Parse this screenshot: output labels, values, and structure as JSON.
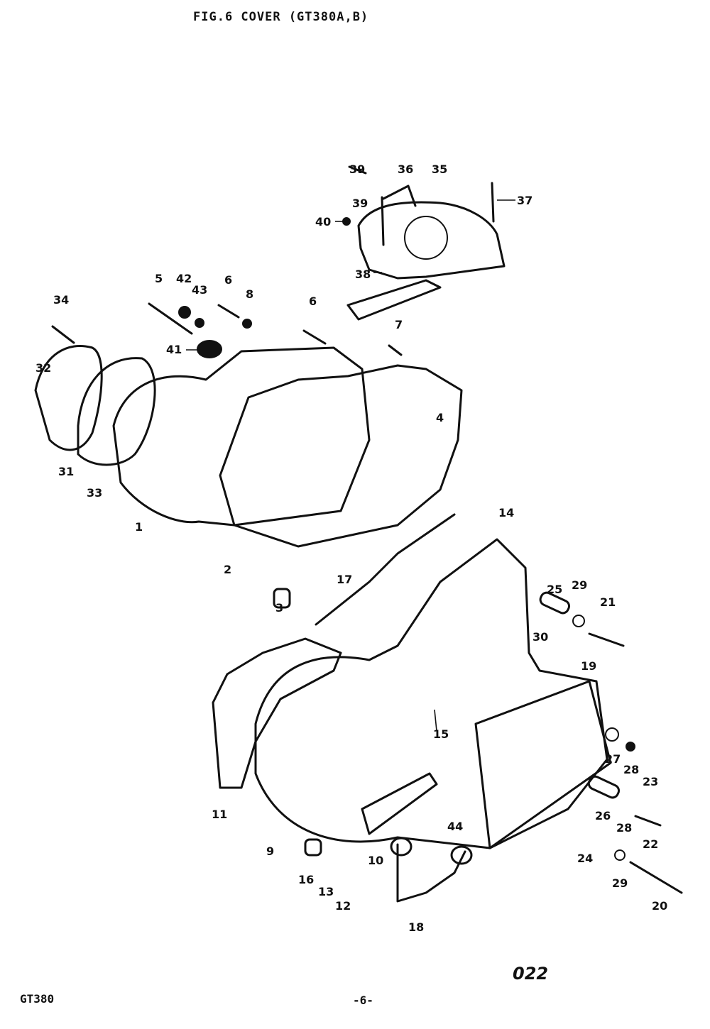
{
  "title": "FIG.6 COVER (GT380A,B)",
  "footer": {
    "model": "GT380",
    "page": "-6-",
    "code": "022"
  },
  "callouts": [
    "1",
    "2",
    "3",
    "4",
    "5",
    "6",
    "6",
    "7",
    "8",
    "9",
    "10",
    "11",
    "12",
    "13",
    "14",
    "15",
    "16",
    "17",
    "18",
    "19",
    "20",
    "21",
    "22",
    "23",
    "24",
    "25",
    "26",
    "27",
    "28",
    "28",
    "29",
    "29",
    "30",
    "31",
    "32",
    "33",
    "34",
    "35",
    "36",
    "37",
    "38",
    "39",
    "39",
    "40",
    "41",
    "42",
    "43",
    "44"
  ]
}
